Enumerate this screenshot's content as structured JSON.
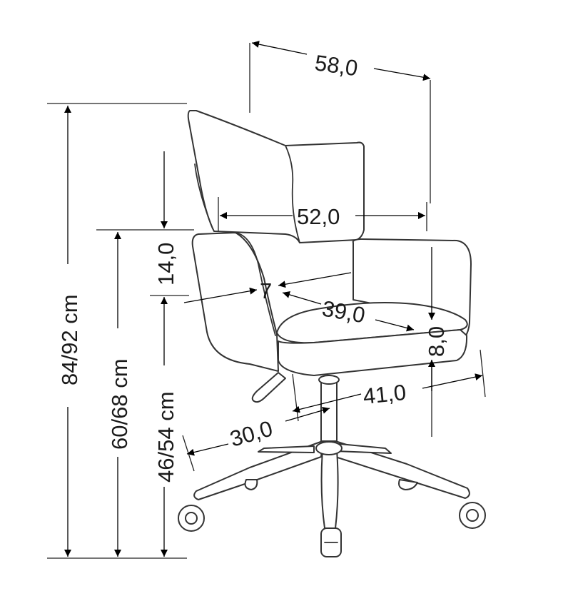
{
  "dimensions": {
    "total_height": "84/92 cm",
    "armrest_height": "60/68 cm",
    "seat_height": "46/54 cm",
    "overall_width": "58,0",
    "backrest_width": "52,0",
    "backrest_height_above_arm": "14,0",
    "backrest_gap": "7",
    "seat_depth": "39,0",
    "seat_thickness": "8,0",
    "seat_width": "41,0",
    "base_radius": "30,0"
  }
}
